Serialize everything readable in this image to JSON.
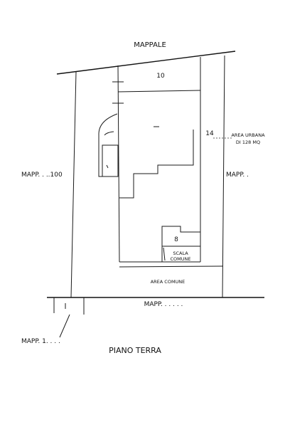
{
  "labels": {
    "mappale_top": "MAPPALE",
    "room_10": "10",
    "room_14": "14",
    "area_urbana_line1": "AREA URBANA",
    "area_urbana_line2": "DI 128 MQ",
    "mapp_left": "MAPP. . ..100",
    "mapp_right": "MAPP. .",
    "room_8": "8",
    "scala_line1": "SCALA",
    "scala_line2": "COMUNE",
    "area_comune": "AREA COMUNE",
    "mapp_bottom_center": "MAPP. . . . . .",
    "mapp_bottom_left": "MAPP. 1. . . .",
    "floor_title": "PIANO TERRA"
  }
}
